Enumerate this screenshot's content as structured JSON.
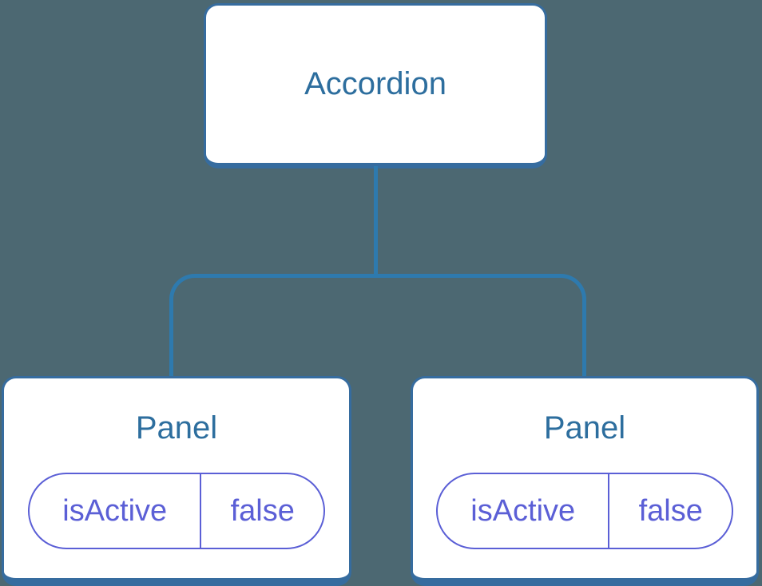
{
  "background_color": "#4c6872",
  "palette": {
    "node_fill": "#ffffff",
    "node_border": "#366c9f",
    "node_text": "#2d6e9e",
    "connector": "#2e7aae",
    "state_accent": "#5b5fd6"
  },
  "tree": {
    "root": {
      "label": "Accordion"
    },
    "children": [
      {
        "label": "Panel",
        "state": {
          "key": "isActive",
          "value": "false"
        }
      },
      {
        "label": "Panel",
        "state": {
          "key": "isActive",
          "value": "false"
        }
      }
    ]
  }
}
